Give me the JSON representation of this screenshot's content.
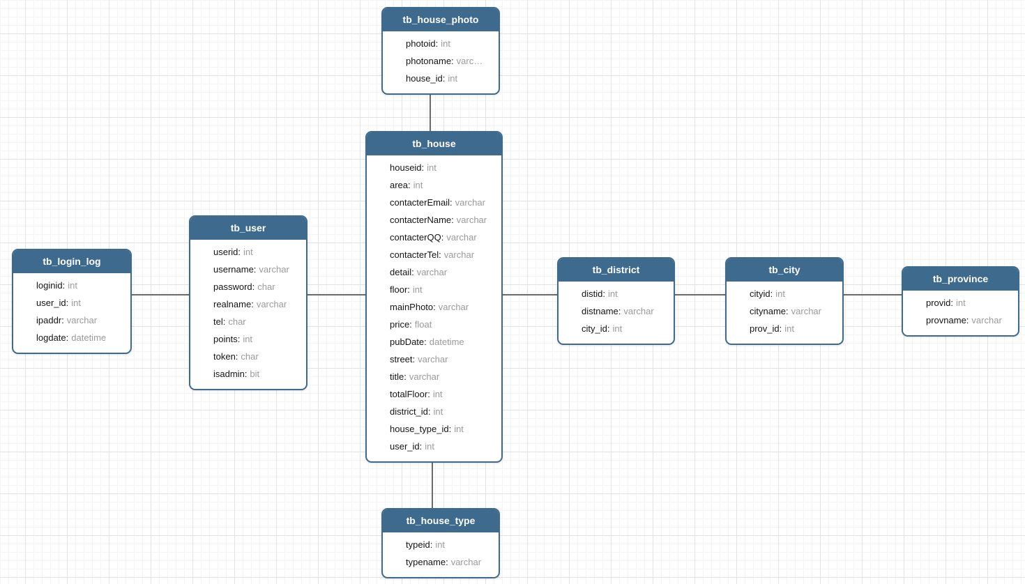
{
  "diagram": {
    "type": "entity-relationship-schema",
    "colors": {
      "header_bg": "#3e6a8d",
      "header_text": "#ffffff",
      "entity_border": "#3e6a8d",
      "entity_bg": "#ffffff",
      "field_name": "#141414",
      "field_type": "#9a9a9a",
      "connector": "#6a6a6a",
      "grid_minor": "#f4f4f4",
      "grid_major": "#e2e2e2",
      "canvas_bg": "#ffffff"
    }
  },
  "entities": [
    {
      "id": "tb_house_photo",
      "title": "tb_house_photo",
      "fields": [
        {
          "name": "photoid",
          "type": "int"
        },
        {
          "name": "photoname",
          "type": "varc…"
        },
        {
          "name": "house_id",
          "type": "int"
        }
      ]
    },
    {
      "id": "tb_house",
      "title": "tb_house",
      "fields": [
        {
          "name": "houseid",
          "type": "int"
        },
        {
          "name": "area",
          "type": "int"
        },
        {
          "name": "contacterEmail",
          "type": "varchar"
        },
        {
          "name": "contacterName",
          "type": "varchar"
        },
        {
          "name": "contacterQQ",
          "type": "varchar"
        },
        {
          "name": "contacterTel",
          "type": "varchar"
        },
        {
          "name": "detail",
          "type": "varchar"
        },
        {
          "name": "floor",
          "type": "int"
        },
        {
          "name": "mainPhoto",
          "type": "varchar"
        },
        {
          "name": "price",
          "type": "float"
        },
        {
          "name": "pubDate",
          "type": "datetime"
        },
        {
          "name": "street",
          "type": "varchar"
        },
        {
          "name": "title",
          "type": "varchar"
        },
        {
          "name": "totalFloor",
          "type": "int"
        },
        {
          "name": "district_id",
          "type": "int"
        },
        {
          "name": "house_type_id",
          "type": "int"
        },
        {
          "name": "user_id",
          "type": "int"
        }
      ]
    },
    {
      "id": "tb_user",
      "title": "tb_user",
      "fields": [
        {
          "name": "userid",
          "type": "int"
        },
        {
          "name": "username",
          "type": "varchar"
        },
        {
          "name": "password",
          "type": "char"
        },
        {
          "name": "realname",
          "type": "varchar"
        },
        {
          "name": "tel",
          "type": "char"
        },
        {
          "name": "points",
          "type": "int"
        },
        {
          "name": "token",
          "type": "char"
        },
        {
          "name": "isadmin",
          "type": "bit"
        }
      ]
    },
    {
      "id": "tb_login_log",
      "title": "tb_login_log",
      "fields": [
        {
          "name": "loginid",
          "type": "int"
        },
        {
          "name": "user_id",
          "type": "int"
        },
        {
          "name": "ipaddr",
          "type": "varchar"
        },
        {
          "name": "logdate",
          "type": "datetime"
        }
      ]
    },
    {
      "id": "tb_district",
      "title": "tb_district",
      "fields": [
        {
          "name": "distid",
          "type": "int"
        },
        {
          "name": "distname",
          "type": "varchar"
        },
        {
          "name": "city_id",
          "type": "int"
        }
      ]
    },
    {
      "id": "tb_city",
      "title": "tb_city",
      "fields": [
        {
          "name": "cityid",
          "type": "int"
        },
        {
          "name": "cityname",
          "type": "varchar"
        },
        {
          "name": "prov_id",
          "type": "int"
        }
      ]
    },
    {
      "id": "tb_province",
      "title": "tb_province",
      "fields": [
        {
          "name": "provid",
          "type": "int"
        },
        {
          "name": "provname",
          "type": "varchar"
        }
      ]
    },
    {
      "id": "tb_house_type",
      "title": "tb_house_type",
      "fields": [
        {
          "name": "typeid",
          "type": "int"
        },
        {
          "name": "typename",
          "type": "varchar"
        }
      ]
    }
  ],
  "connectors": [
    {
      "from": "tb_house_photo",
      "to": "tb_house",
      "orientation": "vertical"
    },
    {
      "from": "tb_house",
      "to": "tb_house_type",
      "orientation": "vertical"
    },
    {
      "from": "tb_login_log",
      "to": "tb_user",
      "orientation": "horizontal"
    },
    {
      "from": "tb_user",
      "to": "tb_house",
      "orientation": "horizontal"
    },
    {
      "from": "tb_house",
      "to": "tb_district",
      "orientation": "horizontal"
    },
    {
      "from": "tb_district",
      "to": "tb_city",
      "orientation": "horizontal"
    },
    {
      "from": "tb_city",
      "to": "tb_province",
      "orientation": "horizontal"
    }
  ]
}
